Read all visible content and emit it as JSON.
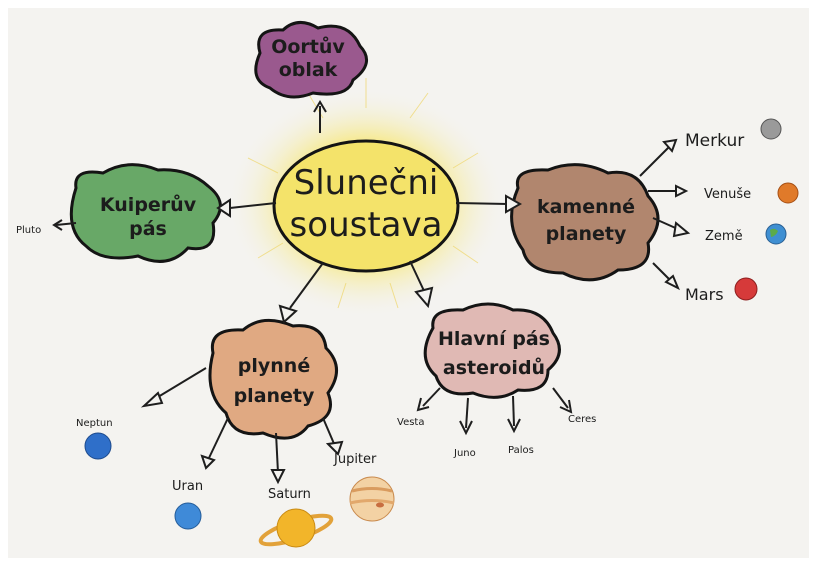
{
  "diagram": {
    "center": {
      "line1": "Slunečni",
      "line2": "soustava",
      "color": "#f4e36a"
    },
    "oort": {
      "line1": "Oortův",
      "line2": "oblak",
      "color": "#8a3d7c"
    },
    "kuiper": {
      "line1": "Kuiperův",
      "line2": "pás",
      "color": "#4f9a4f",
      "child": "Pluto"
    },
    "rocky": {
      "line1": "kamenné",
      "line2": "planety",
      "color": "#a06a4e",
      "children": [
        "Merkur",
        "Venuše",
        "Země",
        "Mars"
      ]
    },
    "gas": {
      "line1": "plynné",
      "line2": "planety",
      "color": "#d9905e",
      "children": [
        "Neptun",
        "Uran",
        "Saturn",
        "Jupiter"
      ]
    },
    "belt": {
      "line1": "Hlavní pás",
      "line2": "asteroidů",
      "color": "#d9a6a0",
      "children": [
        "Vesta",
        "Juno",
        "Palos",
        "Ceres"
      ]
    },
    "planet_colors": {
      "merkur": "#9a9a9a",
      "venuse": "#e07a2a",
      "zeme": "#3f8fd2",
      "mars": "#d63a3a",
      "neptun": "#2f6fc9",
      "uran": "#3f8ad8",
      "saturn": "#f2b52a",
      "jupiter": "#e7b27c"
    }
  }
}
